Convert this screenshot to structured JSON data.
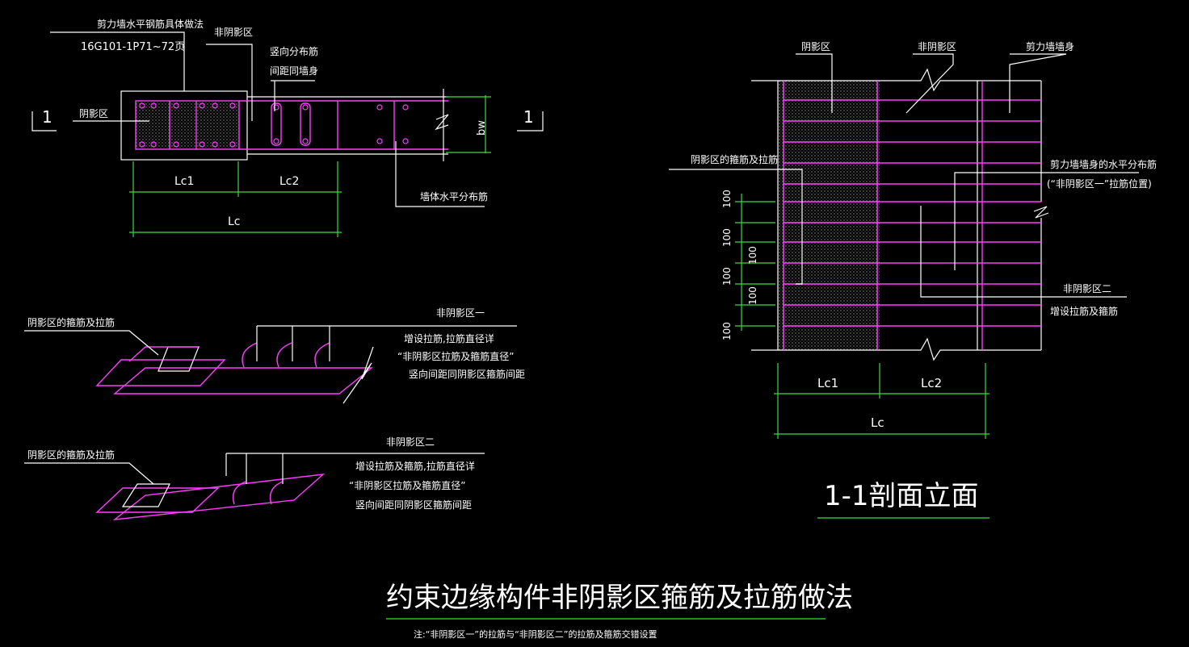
{
  "drawing": {
    "title": "约束边缘构件非阴影区箍筋及拉筋做法",
    "note": "注:“非阴影区一”的拉筋与“非阴影区二”的拉筋及箍筋交错设置",
    "section_title": "1-1剖面立面"
  },
  "plan": {
    "callout_top_line1": "剪力墙水平钢筋具体做法",
    "callout_top_line2": "16G101-1P71~72页",
    "label_non_shadow": "非阴影区",
    "label_vertical_line1": "竖向分布筋",
    "label_vertical_line2": "间距同墙身",
    "label_shadow": "阴影区",
    "label_horizontal": "墙体水平分布筋",
    "dim_bw": "bw",
    "dim_lc1": "Lc1",
    "dim_lc2": "Lc2",
    "dim_lc": "Lc",
    "section_mark": "1"
  },
  "detail1": {
    "label_left": "阴影区的箍筋及拉筋",
    "label_right": "非阴影区一",
    "note1": "增设拉筋,拉筋直径详",
    "note2": "“非阴影区拉筋及箍筋直径”",
    "note3": "竖向间距同阴影区箍筋间距"
  },
  "detail2": {
    "label_left": "阴影区的箍筋及拉筋",
    "label_right": "非阴影区二",
    "note1": "增设拉筋及箍筋,拉筋直径详",
    "note2": "“非阴影区拉筋及箍筋直径”",
    "note3": "竖向间距同阴影区箍筋间距"
  },
  "section": {
    "label_shadow": "阴影区",
    "label_non_shadow": "非阴影区",
    "label_wall": "剪力墙墙身",
    "label_stirrup": "阴影区的箍筋及拉筋",
    "label_wall_h1": "剪力墙墙身的水平分布筋",
    "label_wall_h2": "(“非阴影区一”拉筋位置)",
    "label_zone2_1": "非阴影区二",
    "label_zone2_2": "增设拉筋及箍筋",
    "dim_100_a": "100",
    "dim_100_b": "100",
    "dim_100_c": "100",
    "dim_100_d": "100",
    "dim_100_e": "100",
    "dim_100_f": "100",
    "dim_lc1": "Lc1",
    "dim_lc2": "Lc2",
    "dim_lc": "Lc"
  },
  "colors": {
    "background": "#000000",
    "line": "#ffffff",
    "rebar": "#ff3cff",
    "dimension": "#3cdc3c"
  }
}
